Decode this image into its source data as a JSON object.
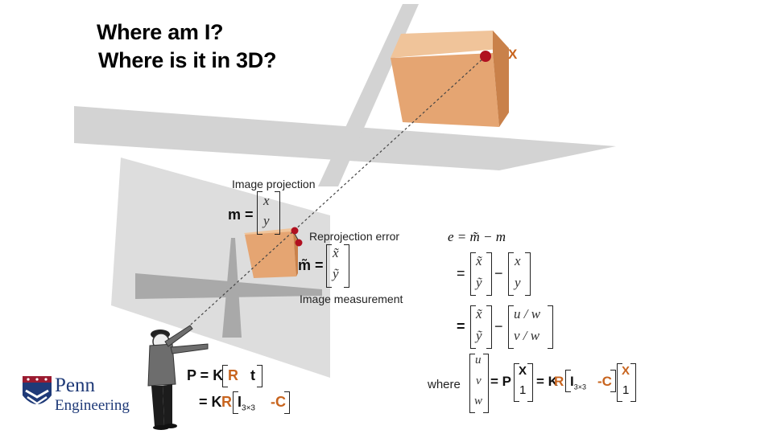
{
  "title": {
    "line1": "Where am I?",
    "line2": "Where is it in 3D?"
  },
  "labels": {
    "point_x": "X",
    "image_projection": "Image projection",
    "reprojection_error": "Reprojection error",
    "image_measurement": "Image measurement",
    "where": "where"
  },
  "left_math": {
    "m": "m",
    "m_entries": [
      "x",
      "y"
    ],
    "mtilde": "m̃",
    "mtilde_entries": [
      "x̃",
      "ỹ"
    ],
    "p_lhs": "P = K",
    "p_R": "R",
    "p_t": "t",
    "p2_lhs": "= K",
    "p2_R": "R",
    "p2_I": "I",
    "p2_Isub": "3×3",
    "p2_C": "-C"
  },
  "right_math": {
    "e_line": "e = m̃ − m",
    "row1_a": [
      "x̃",
      "ỹ"
    ],
    "row1_b": [
      "x",
      "y"
    ],
    "row2_a": [
      "x̃",
      "ỹ"
    ],
    "row2_b": [
      "u / w",
      "v / w"
    ],
    "where_vec": [
      "u",
      "v",
      "w"
    ],
    "eq_P": "= P",
    "vecX": [
      "X",
      "1"
    ],
    "eq_K": "= K",
    "R": "R",
    "I": "I",
    "Isub": "3×3",
    "C": "-C",
    "vecX2": [
      "X",
      "1"
    ],
    "equals": "=",
    "minus": "−"
  },
  "logo": {
    "line1": "Penn",
    "line2": "Engineering"
  },
  "colors": {
    "accent": "#c8641e",
    "box": "#e7a774",
    "gray": "#cfcfcf",
    "point": "#b01020",
    "penn_blue": "#1f3a78",
    "penn_red": "#9b1b30"
  }
}
